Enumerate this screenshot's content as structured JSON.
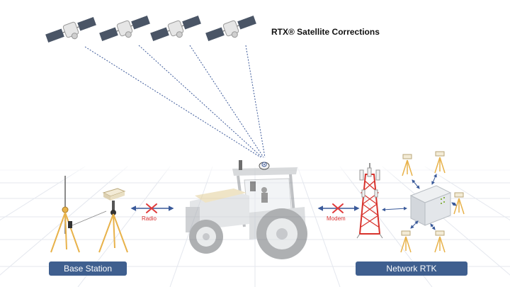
{
  "title": "RTX® Satellite Corrections",
  "labels": {
    "base_station": "Base Station",
    "network_rtk": "Network RTK",
    "radio": "Radio",
    "modem": "Modem"
  },
  "colors": {
    "pill": "#3f5f8f",
    "link_label": "#d93030",
    "signal_line": "#3d5a9a",
    "cross": "#e03a3a",
    "arrow": "#3a5a9a",
    "tripod": "#e8b24a",
    "tower": "#d8322c",
    "grid": "#e4e7ee"
  },
  "icons": {
    "satellite": "satellite-icon",
    "tractor": "tractor-icon",
    "receiver": "gnss-receiver-icon",
    "tower": "cell-tower-icon",
    "server": "server-box-icon"
  }
}
